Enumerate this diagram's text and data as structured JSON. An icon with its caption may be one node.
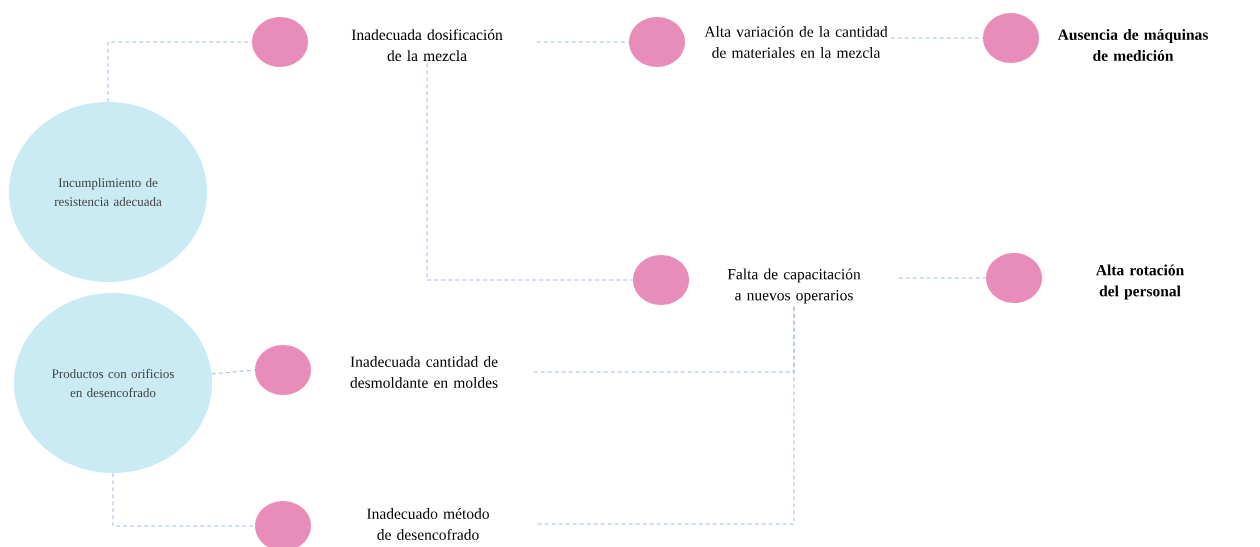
{
  "diagram": {
    "nodes": [
      {
        "text": [
          "Incumplimiento de resistencia adecuada"
        ]
      },
      {
        "text": [
          "Productos con orificios en desencofrado"
        ]
      },
      {
        "text": [],
        "shape": "circle"
      },
      {
        "text": [
          "Inadecuada dosificación de la mezcla"
        ]
      },
      {
        "text": [],
        "shape": "circle"
      },
      {
        "text": [
          "Alta variación de la cantidad de materiales en la mezcla"
        ]
      },
      {
        "text": [],
        "shape": "circle"
      },
      {
        "text": [
          "Ausencia de máquinas de medición"
        ]
      },
      {
        "text": [],
        "shape": "circle"
      },
      {
        "text": [
          "Falta de capacitación a nuevos operarios"
        ]
      },
      {
        "text": [],
        "shape": "circle"
      },
      {
        "text": [
          "Alta rotación del personal"
        ]
      },
      {
        "text": [],
        "shape": "circle"
      },
      {
        "text": [
          "Inadecuada cantidad de desmoldante en moldes"
        ]
      },
      {
        "text": [],
        "shape": "circle"
      },
      {
        "text": [
          "Inadecuado método de desencofrado"
        ]
      }
    ],
    "edges": [
      {
        "from": 0,
        "to": 2,
        "arrow": "none",
        "style": "dashed"
      },
      {
        "from": 3,
        "to": 4,
        "arrow": "none",
        "style": "dashed"
      },
      {
        "from": 5,
        "to": 6,
        "arrow": "none",
        "style": "dashed"
      },
      {
        "from": 3,
        "to": 8,
        "arrow": "none",
        "style": "dashed"
      },
      {
        "from": 9,
        "to": 10,
        "arrow": "none",
        "style": "dashed"
      },
      {
        "from": 1,
        "to": 12,
        "arrow": "none",
        "style": "dashed"
      },
      {
        "from": 1,
        "to": 14,
        "arrow": "none",
        "style": "dashed"
      },
      {
        "from": 13,
        "to": 9,
        "arrow": "none",
        "style": "dashed"
      },
      {
        "from": 15,
        "to": 9,
        "arrow": "none",
        "style": "dashed"
      }
    ]
  }
}
